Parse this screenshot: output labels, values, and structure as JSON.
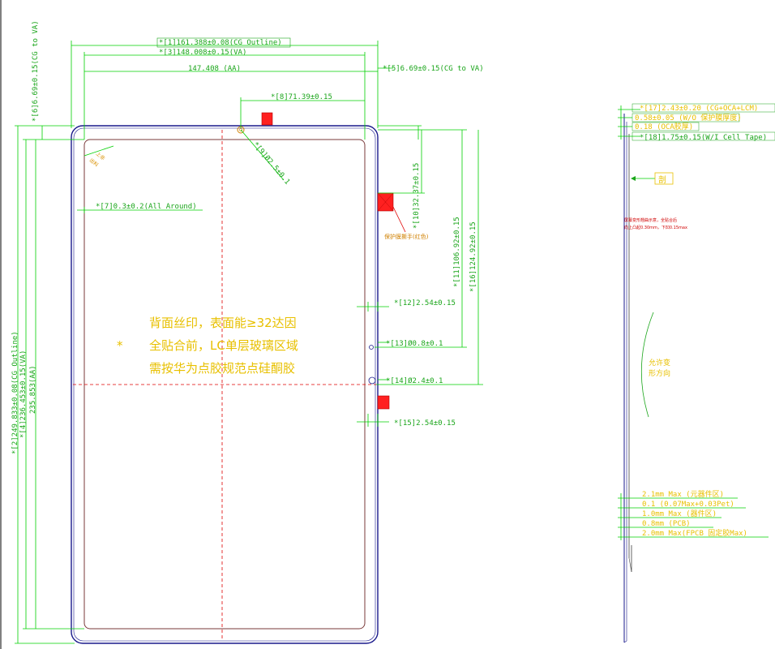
{
  "front_view": {
    "dims": {
      "cg_outline_width": "*[1]161.388±0.08(CG Outline)",
      "va_width": "*[3]148.008±0.15(VA)",
      "aa_width": "147.408 (AA)",
      "cg_to_va_right": "*[5]6.69±0.15(CG to VA)",
      "cg_to_va_left": "*[6]6.69±0.15(CG to VA)",
      "hole_offset": "*[8]71.39±0.15",
      "hole_dia": "*[9]Ø2.5±0.1",
      "all_around": "*[7]0.3±0.2(All Around)",
      "dim10": "*[10]32.37±0.15",
      "dim11": "*[11]106.92±0.15",
      "dim16": "*[16]124.92±0.15",
      "dim12": "*[12]2.54±0.15",
      "dim13": "*[13]Ø0.8±0.1",
      "dim14": "*[14]Ø2.4±0.1",
      "dim15": "*[15]2.54±0.15",
      "cg_outline_height": "*[2]249.833±0.08(CG Outline)",
      "va_height": "*[4]236.453±0.15(VA)",
      "aa_height": "235.853(AA)"
    },
    "corner_note_1": "上非",
    "corner_note_2": "出料",
    "tab_note": "保护膜撕手(红色)",
    "note_line1": "背面丝印，表面能≥32达因",
    "note_star": "*",
    "note_line2": "全贴合前，LC单层玻璃区域",
    "note_line3": "需按华为点胶规范点硅酮胶"
  },
  "side_view": {
    "dims": {
      "d17": "*[17]2.43±0.20  (CG+OCA+LCM)",
      "w_o_film": "0.58±0.05 (W/O  保护膜厚度)",
      "oca": "0.18 (OCA胶厚)",
      "d18": "*[18]1.75±0.15(W/I Cell Tape)"
    },
    "label_box": "剖",
    "note_red_1": "屏幕变形翘曲示意，全贴合后",
    "note_red_2": "向上凸起0.30mm，下凹0.15max",
    "deform_note_1": "允许变",
    "deform_note_2": "形方向",
    "bottom_dims": [
      "2.1mm Max (元器件区)",
      "0.1 (0.07Max+0.03Pet)",
      "1.0mm Max (器件区)",
      "0.8mm (PCB)",
      "2.0mm Max(FPCB 固定胶Max)"
    ]
  },
  "colors": {
    "dimension": "#00c000",
    "outline": "#1a1a8c",
    "va": "#7a3a3a",
    "centerline": "#e00000",
    "tab": "#ff2020",
    "note_text": "#e8c000"
  }
}
